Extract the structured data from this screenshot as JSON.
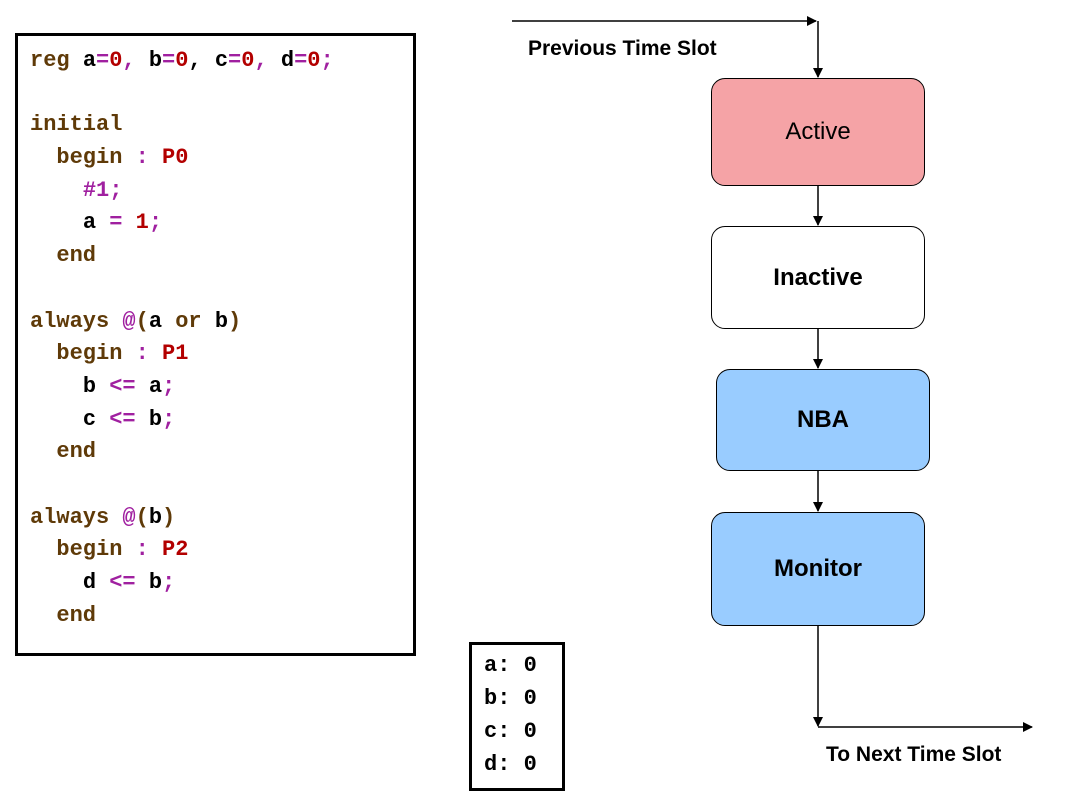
{
  "code": {
    "line1": {
      "reg": "reg",
      "a": "a",
      "eq": "=",
      "zero": "0",
      "comma1": ", ",
      "b": "b",
      "c": "c",
      "d": "d",
      "semi": ";"
    },
    "initial": "initial",
    "begin": "begin",
    "colon": " : ",
    "p0": "P0",
    "delay": "#1;",
    "assign_a": "a",
    "assign_eq": " = ",
    "one": "1",
    "semi": ";",
    "end": "end",
    "always": "always",
    "at": "@",
    "lparen": "(",
    "rparen": ")",
    "or": "or",
    "p1": "P1",
    "p2": "P2",
    "nb": "<=",
    "b": "b",
    "c": "c",
    "d": "d",
    "a": "a"
  },
  "values": {
    "a_label": "a:",
    "a_value": "0",
    "b_label": "b:",
    "b_value": "0",
    "c_label": "c:",
    "c_value": "0",
    "d_label": "d:",
    "d_value": "0"
  },
  "flow": {
    "previous_label": "Previous Time Slot",
    "next_label": "To Next Time Slot",
    "active": "Active",
    "inactive": "Inactive",
    "nba": "NBA",
    "monitor": "Monitor",
    "colors": {
      "active": "#f5a3a6",
      "inactive": "#ffffff",
      "nba": "#99ccff",
      "monitor": "#99ccff"
    }
  }
}
